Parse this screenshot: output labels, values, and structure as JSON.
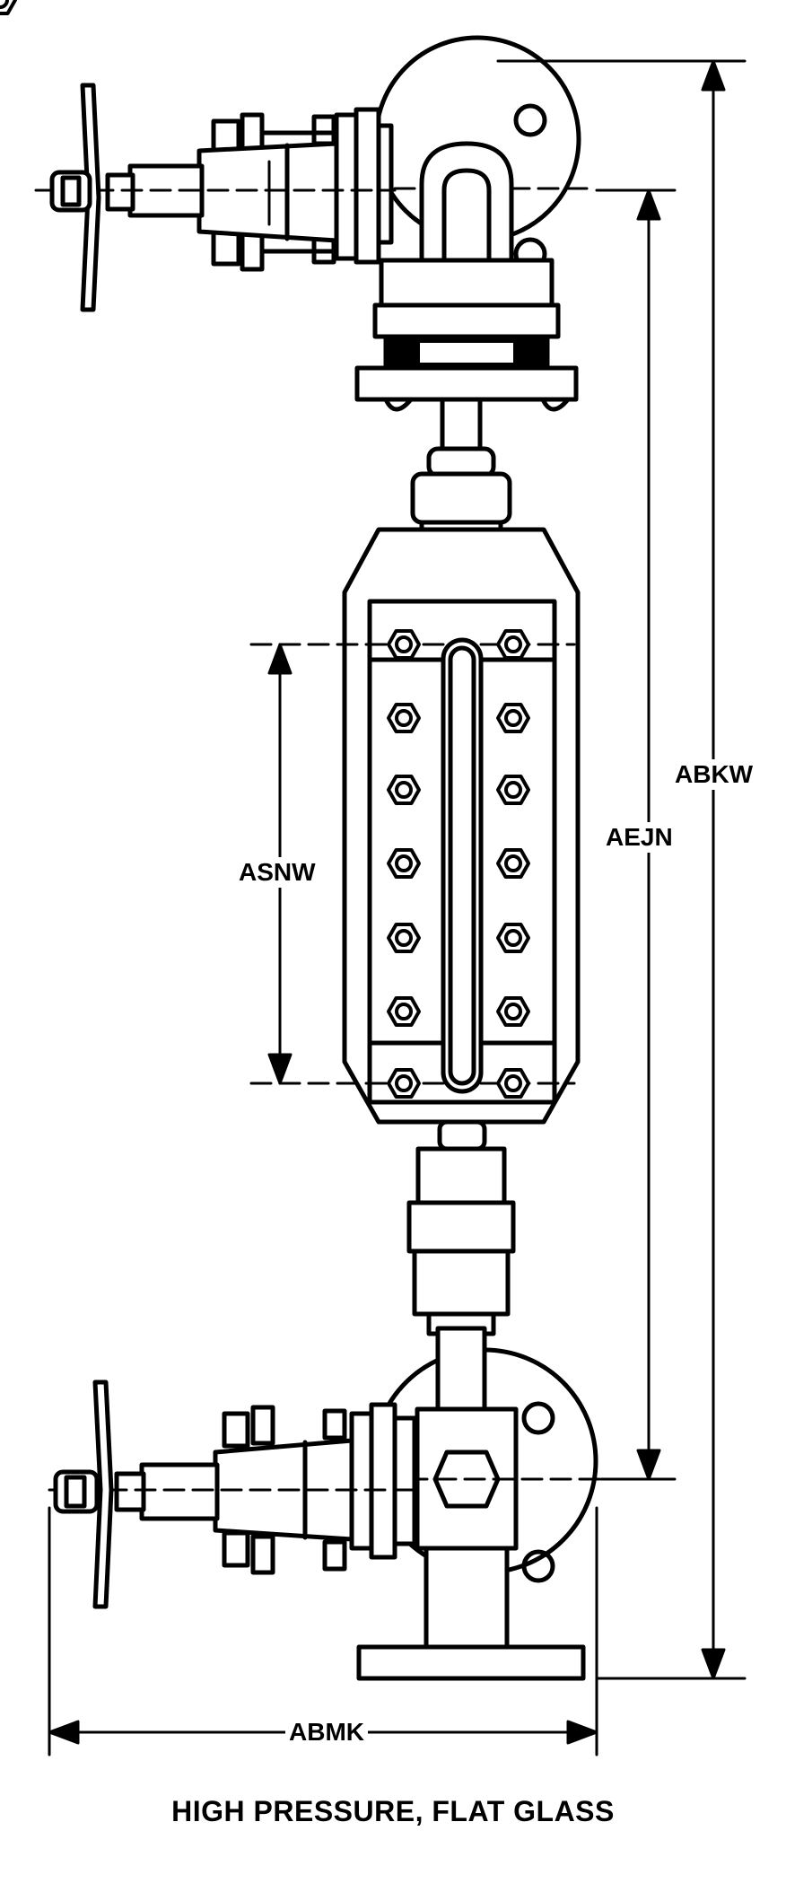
{
  "dimensions": {
    "abkw": "ABKW",
    "aejn": "AEJN",
    "asnw": "ASNW",
    "abmk": "ABMK"
  },
  "caption": "HIGH PRESSURE, FLAT GLASS"
}
